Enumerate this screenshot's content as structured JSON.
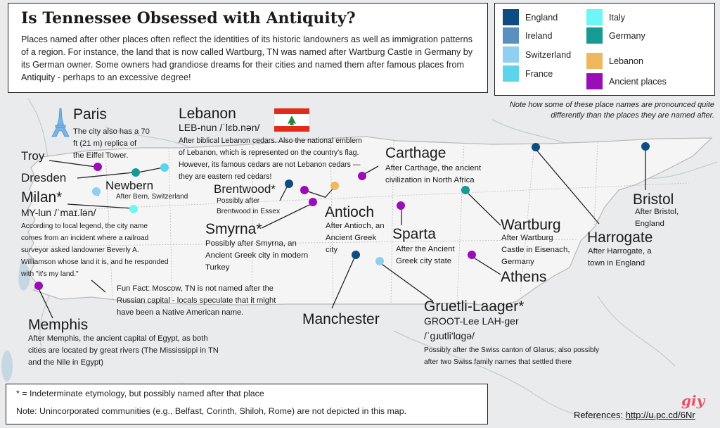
{
  "header": {
    "title": "Is Tennessee Obsessed with Antiquity?",
    "intro": "Places named after other places often reflect the identities of its historic landowners as well as immigration patterns of a region. For instance, the land that is now called Wartburg, TN was named after Wartburg Castle in Germany by its German owner. Some owners had grandiose dreams for their cities and named them after famous places from Antiquity - perhaps to an excessive degree!"
  },
  "legend": {
    "items": [
      {
        "label": "England",
        "color": "#0f4c81"
      },
      {
        "label": "Ireland",
        "color": "#5a8fbf"
      },
      {
        "label": "Switzerland",
        "color": "#8fcff0"
      },
      {
        "label": "France",
        "color": "#5cd5ea"
      },
      {
        "label": "Italy",
        "color": "#6ef5f5"
      },
      {
        "label": "Germany",
        "color": "#159a94"
      },
      {
        "label": "Lebanon",
        "color": "#f0b85e"
      },
      {
        "label": "Ancient places",
        "color": "#9a0eb7"
      }
    ],
    "note": "Note how some of these place names are pronounced quite differently than the places they are named after."
  },
  "places": {
    "paris": {
      "name": "Paris",
      "desc": [
        "The city also has a 70",
        "ft (21 m) replica of",
        "the Eiffel Tower."
      ]
    },
    "lebanon": {
      "name": "Lebanon",
      "pron": "LEB-nun /ˈlɛb.nən/",
      "desc": [
        "After biblical Lebanon cedars. Also the national emblem",
        "of Lebanon, which is represented on the country's flag.",
        "However, its famous cedars are not Lebanon cedars —",
        "they are eastern red cedars!"
      ]
    },
    "carthage": {
      "name": "Carthage",
      "desc": [
        "After Carthage, the ancient",
        "civilization in North Africa"
      ]
    },
    "troy": {
      "name": "Troy"
    },
    "dresden": {
      "name": "Dresden"
    },
    "newbern": {
      "name": "Newbern",
      "desc": "After Bern, Switzerland"
    },
    "milan": {
      "name": "Milan*",
      "pron": "MY-lun /ˈmaɪ.lən/",
      "desc": [
        "According to local legend, the city name",
        "comes from an incident where a railroad",
        "surveyor asked landowner Beverly A.",
        "Williamson whose land it is, and he responded",
        "with \"it's my land.\""
      ]
    },
    "brentwood": {
      "name": "Brentwood*",
      "desc": [
        "Possibly after",
        "Brentwood in Essex"
      ]
    },
    "smyrna": {
      "name": "Smyrna*",
      "desc": [
        "Possibly after Smyrna, an",
        "Ancient Greek city in modern",
        "Turkey"
      ]
    },
    "antioch": {
      "name": "Antioch",
      "desc": [
        "After Antioch, an",
        "Ancient Greek",
        "city"
      ]
    },
    "sparta": {
      "name": "Sparta",
      "desc": [
        "After the Ancient",
        "Greek city state"
      ]
    },
    "wartburg": {
      "name": "Wartburg",
      "desc": [
        "After Wartburg",
        "Castle in Eisenach,",
        "Germany"
      ]
    },
    "bristol": {
      "name": "Bristol",
      "desc": [
        "After Bristol,",
        "England"
      ]
    },
    "harrogate": {
      "name": "Harrogate",
      "desc": [
        "After Harrogate, a",
        "town in England"
      ]
    },
    "athens": {
      "name": "Athens"
    },
    "manchester": {
      "name": "Manchester"
    },
    "gruetli": {
      "name": "Gruetli-Laager*",
      "pron1": "GROOT-Lee LAH-ger",
      "pron2": "/ˈɡɹutli'lɑɡə/",
      "desc": [
        "Possibly after the Swiss canton of Glarus; also possibly",
        "after two Swiss family names that settled there"
      ]
    },
    "memphis": {
      "name": "Memphis",
      "desc": [
        "After Memphis, the ancient capital of Egypt, as both",
        "cities are located by great rivers (The Mississippi in TN",
        "and the Nile in Egypt)"
      ]
    }
  },
  "fun_fact": [
    "Fun Fact: Moscow, TN is not named after the",
    "Russian capital - locals speculate that it might",
    "have been a Native American name."
  ],
  "footer": {
    "line1": "* = Indeterminate etymology, but possibly named after that place",
    "line2": "Note: Unincorporated communities (e.g., Belfast, Corinth, Shiloh, Rome) are not depicted in this map."
  },
  "references": {
    "label": "References:",
    "link": "http://u.pc.cd/6Nr"
  },
  "logo_text": "giy"
}
